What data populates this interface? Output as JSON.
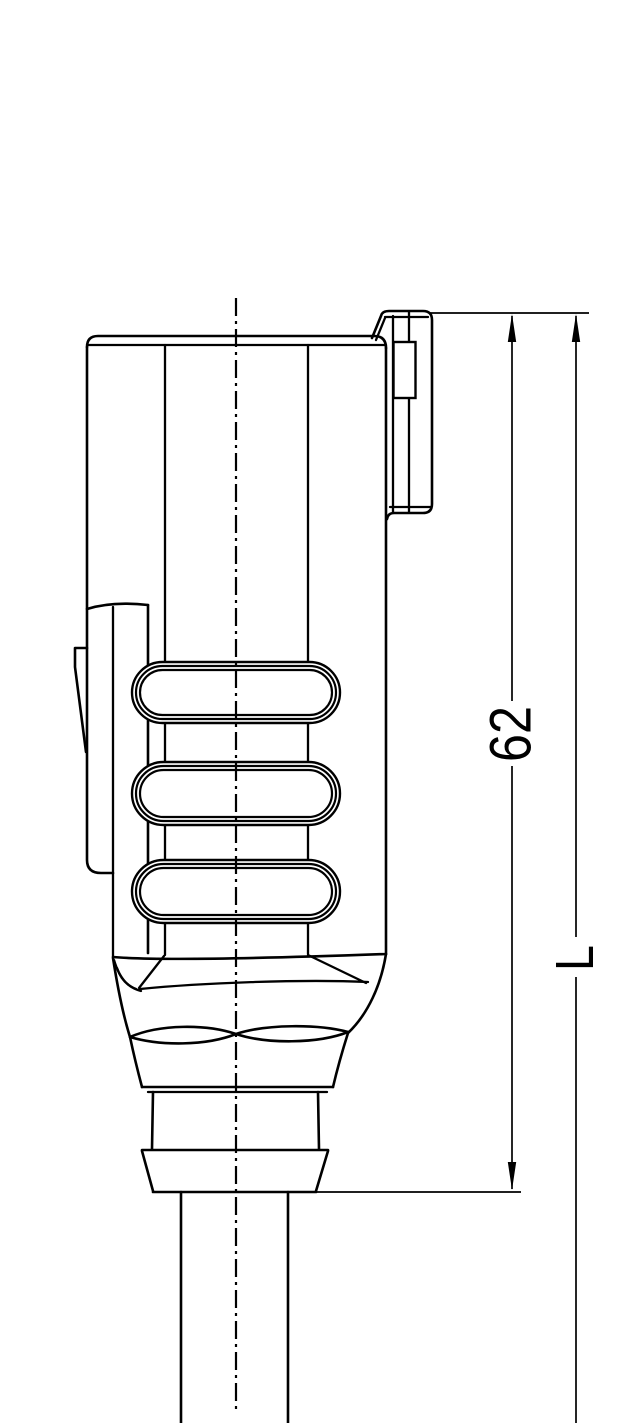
{
  "canvas": {
    "background": "#ffffff",
    "stroke_color": "#000000"
  },
  "drawing": {
    "type": "engineering-line-drawing",
    "subject": "valve connector with integrated cable, side view",
    "dimensions": {
      "height": {
        "label": "62"
      },
      "length": {
        "label": "L"
      }
    }
  }
}
